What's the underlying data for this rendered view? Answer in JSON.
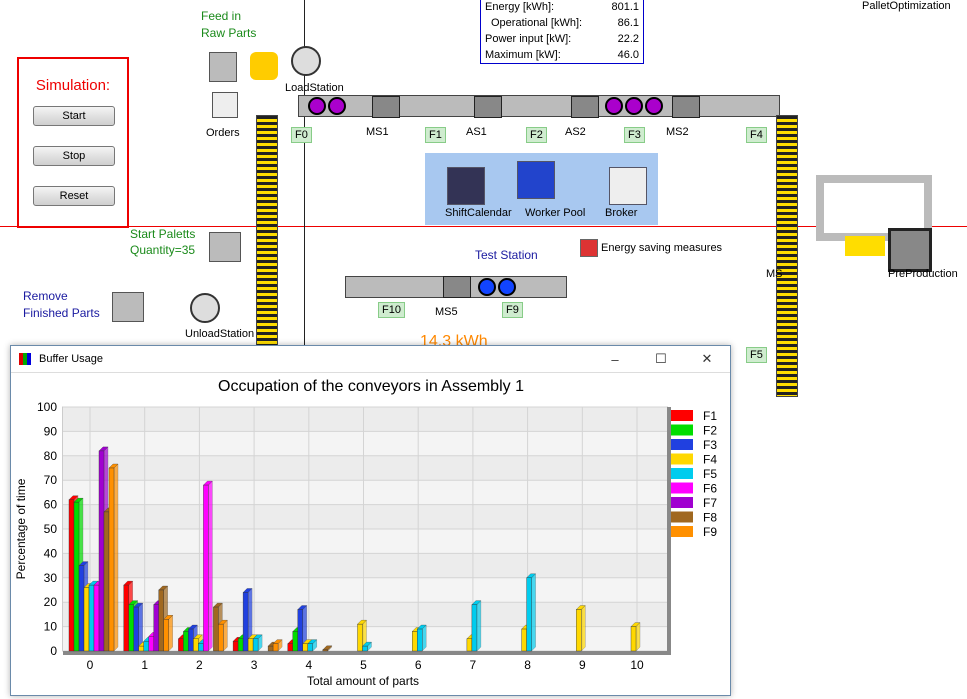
{
  "scene": {
    "feed_label": [
      "Feed in",
      "Raw Parts"
    ],
    "orders": "Orders",
    "load_station": "LoadStation",
    "start_paletts": [
      "Start Paletts",
      "Quantity=35"
    ],
    "remove_parts": [
      "Remove",
      "Finished Parts"
    ],
    "unload_station": "UnloadStation",
    "stations": [
      "MS1",
      "AS1",
      "AS2",
      "MS2",
      "MS5",
      "PreProduction",
      "MS"
    ],
    "conveyors": [
      "F0",
      "F1",
      "F2",
      "F3",
      "F4",
      "F5",
      "F9",
      "F10"
    ],
    "test_station": "Test Station",
    "energy_saving": "Energy saving measures",
    "shift_calendar": "ShiftCalendar",
    "worker_pool": "Worker Pool",
    "broker": "Broker",
    "pallet_opt": "PalletOptimization",
    "kwh_label": "14.3 kWh"
  },
  "simulation": {
    "title": "Simulation:",
    "start": "Start",
    "stop": "Stop",
    "reset": "Reset"
  },
  "energy": {
    "rows": [
      {
        "label": "Energy [kWh]:",
        "value": "801.1"
      },
      {
        "label": "  Operational [kWh]:",
        "value": "86.1"
      },
      {
        "label": "Power input [kW]:",
        "value": "22.2"
      },
      {
        "label": "Maximum [kW]:",
        "value": "46.0"
      }
    ]
  },
  "window": {
    "title": "Buffer Usage",
    "minimize": "–",
    "maximize": "☐",
    "close": "✕"
  },
  "chart_data": {
    "type": "bar",
    "title": "Occupation of the conveyors in Assembly 1",
    "xlabel": "Total amount of parts",
    "ylabel": "Percentage of time",
    "ylim": [
      0,
      100
    ],
    "yticks": [
      0,
      10,
      20,
      30,
      40,
      50,
      60,
      70,
      80,
      90,
      100
    ],
    "categories": [
      "0",
      "1",
      "2",
      "3",
      "4",
      "5",
      "6",
      "7",
      "8",
      "9",
      "10"
    ],
    "grid": true,
    "legend": "right",
    "series": [
      {
        "name": "F1",
        "color": "#ff0000",
        "values": [
          62,
          27,
          5,
          4,
          3,
          0,
          0,
          0,
          0,
          0,
          0
        ]
      },
      {
        "name": "F2",
        "color": "#00dd00",
        "values": [
          61,
          19,
          8,
          5,
          8,
          0,
          0,
          0,
          0,
          0,
          0
        ]
      },
      {
        "name": "F3",
        "color": "#2040e0",
        "values": [
          35,
          18,
          9,
          24,
          17,
          0,
          0,
          0,
          0,
          0,
          0
        ]
      },
      {
        "name": "F4",
        "color": "#ffd800",
        "values": [
          26,
          2,
          5,
          5,
          3,
          11,
          8,
          5,
          9,
          17,
          10
        ]
      },
      {
        "name": "F5",
        "color": "#00ccee",
        "values": [
          27,
          4,
          3,
          5,
          3,
          2,
          9,
          19,
          30,
          0,
          0
        ]
      },
      {
        "name": "F6",
        "color": "#ff00ff",
        "values": [
          27,
          6,
          68,
          0,
          0,
          0,
          0,
          0,
          0,
          0,
          0
        ]
      },
      {
        "name": "F7",
        "color": "#a000d0",
        "values": [
          82,
          19,
          0,
          0,
          0,
          0,
          0,
          0,
          0,
          0,
          0
        ]
      },
      {
        "name": "F8",
        "color": "#a06820",
        "values": [
          57,
          25,
          18,
          2,
          0.5,
          0,
          0,
          0,
          0,
          0,
          0
        ]
      },
      {
        "name": "F9",
        "color": "#ff9000",
        "values": [
          75,
          13,
          11,
          3,
          0,
          0,
          0,
          0,
          0,
          0,
          0
        ]
      }
    ]
  }
}
